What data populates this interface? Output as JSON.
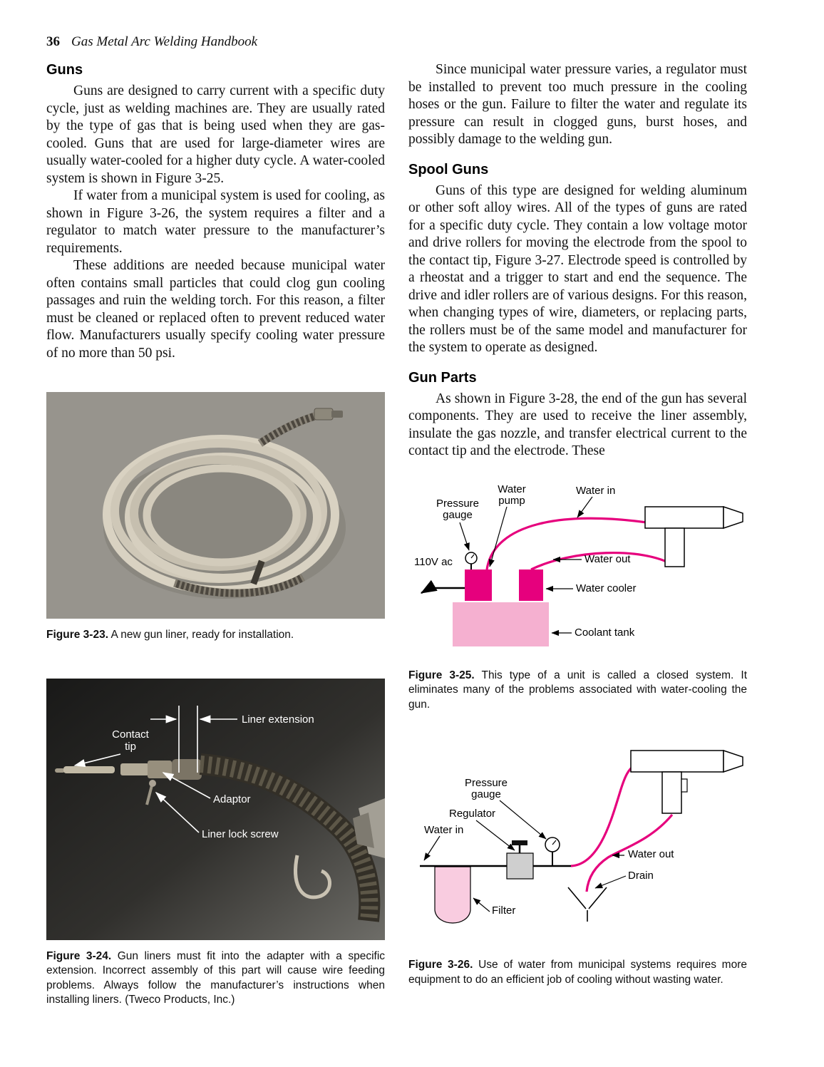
{
  "page": {
    "number": "36",
    "book_title": "Gas Metal Arc Welding Handbook"
  },
  "left": {
    "guns_heading": "Guns",
    "guns_para1": "Guns are designed to carry current with a specific duty cycle, just as welding machines are. They are usually rated by the type of gas that is being used when they are gas-cooled. Guns that are used for large-diameter wires are usually water-cooled for a higher duty cycle. A water-cooled system is shown in Figure 3-25.",
    "guns_para2": "If water from a municipal system is used for cooling, as shown in Figure 3-26, the system requires a filter and a regulator to match water pressure to the manufacturer’s requirements.",
    "guns_para3": "These additions are needed because municipal water often contains small particles that could clog gun cooling passages and ruin the welding torch. For this reason, a filter must be cleaned or replaced often to prevent reduced water flow. Manufacturers usually specify cooling water pressure of no more than 50 psi.",
    "fig23": {
      "label": "Figure 3-23.",
      "text": "A new gun liner, ready for installation."
    },
    "fig24": {
      "labels": {
        "liner_extension": "Liner extension",
        "contact_tip": "Contact tip",
        "adaptor": "Adaptor",
        "liner_lock_screw": "Liner lock screw"
      },
      "label": "Figure 3-24.",
      "text": "Gun liners must fit into the adapter with a specific extension. Incorrect assembly of this part will cause wire feeding problems. Always follow the manufacturer’s instructions when installing liners. (Tweco Products, Inc.)"
    }
  },
  "right": {
    "water_para": "Since municipal water pressure varies, a regulator must be installed to prevent too much pressure in the cooling hoses or the gun. Failure to filter the water and regulate its pressure can result in clogged guns, burst hoses, and possibly damage to the welding gun.",
    "spool_heading": "Spool Guns",
    "spool_para": "Guns of this type are designed for welding aluminum or other soft alloy wires. All of the types of guns are rated for a specific duty cycle. They contain a low voltage motor and drive rollers for moving the electrode from the spool to the contact tip, Figure 3-27. Electrode speed is controlled by a rheostat and a trigger to start and end the sequence. The drive and idler rollers are of various designs. For this reason, when changing types of wire, diameters, or replacing parts, the rollers must be of the same model and manufacturer for the system to operate as designed.",
    "gunparts_heading": "Gun Parts",
    "gunparts_para": "As shown in Figure 3-28, the end of the gun has several components. They are used to receive the liner assembly, insulate the gas nozzle, and transfer electrical current to the contact tip and the electrode. These",
    "fig25": {
      "labels": {
        "pressure_gauge": "Pressure gauge",
        "water_pump": "Water pump",
        "water_in": "Water in",
        "v110": "110V ac",
        "water_out": "Water out",
        "water_cooler": "Water cooler",
        "coolant_tank": "Coolant tank"
      },
      "label": "Figure 3-25.",
      "text": "This type of a unit is called a closed system. It eliminates many of the problems associated with water-cooling the gun."
    },
    "fig26": {
      "labels": {
        "pressure_gauge": "Pressure gauge",
        "regulator": "Regulator",
        "water_in": "Water in",
        "water_out": "Water out",
        "drain": "Drain",
        "filter": "Filter"
      },
      "label": "Figure 3-26.",
      "text": "Use of water from municipal systems requires more equipment to do an efficient job of cooling without wasting water."
    }
  },
  "colors": {
    "hose": "#e6007d",
    "pump": "#e6007d",
    "tank": "#f5b0d0",
    "filter": "#f9cce0"
  }
}
